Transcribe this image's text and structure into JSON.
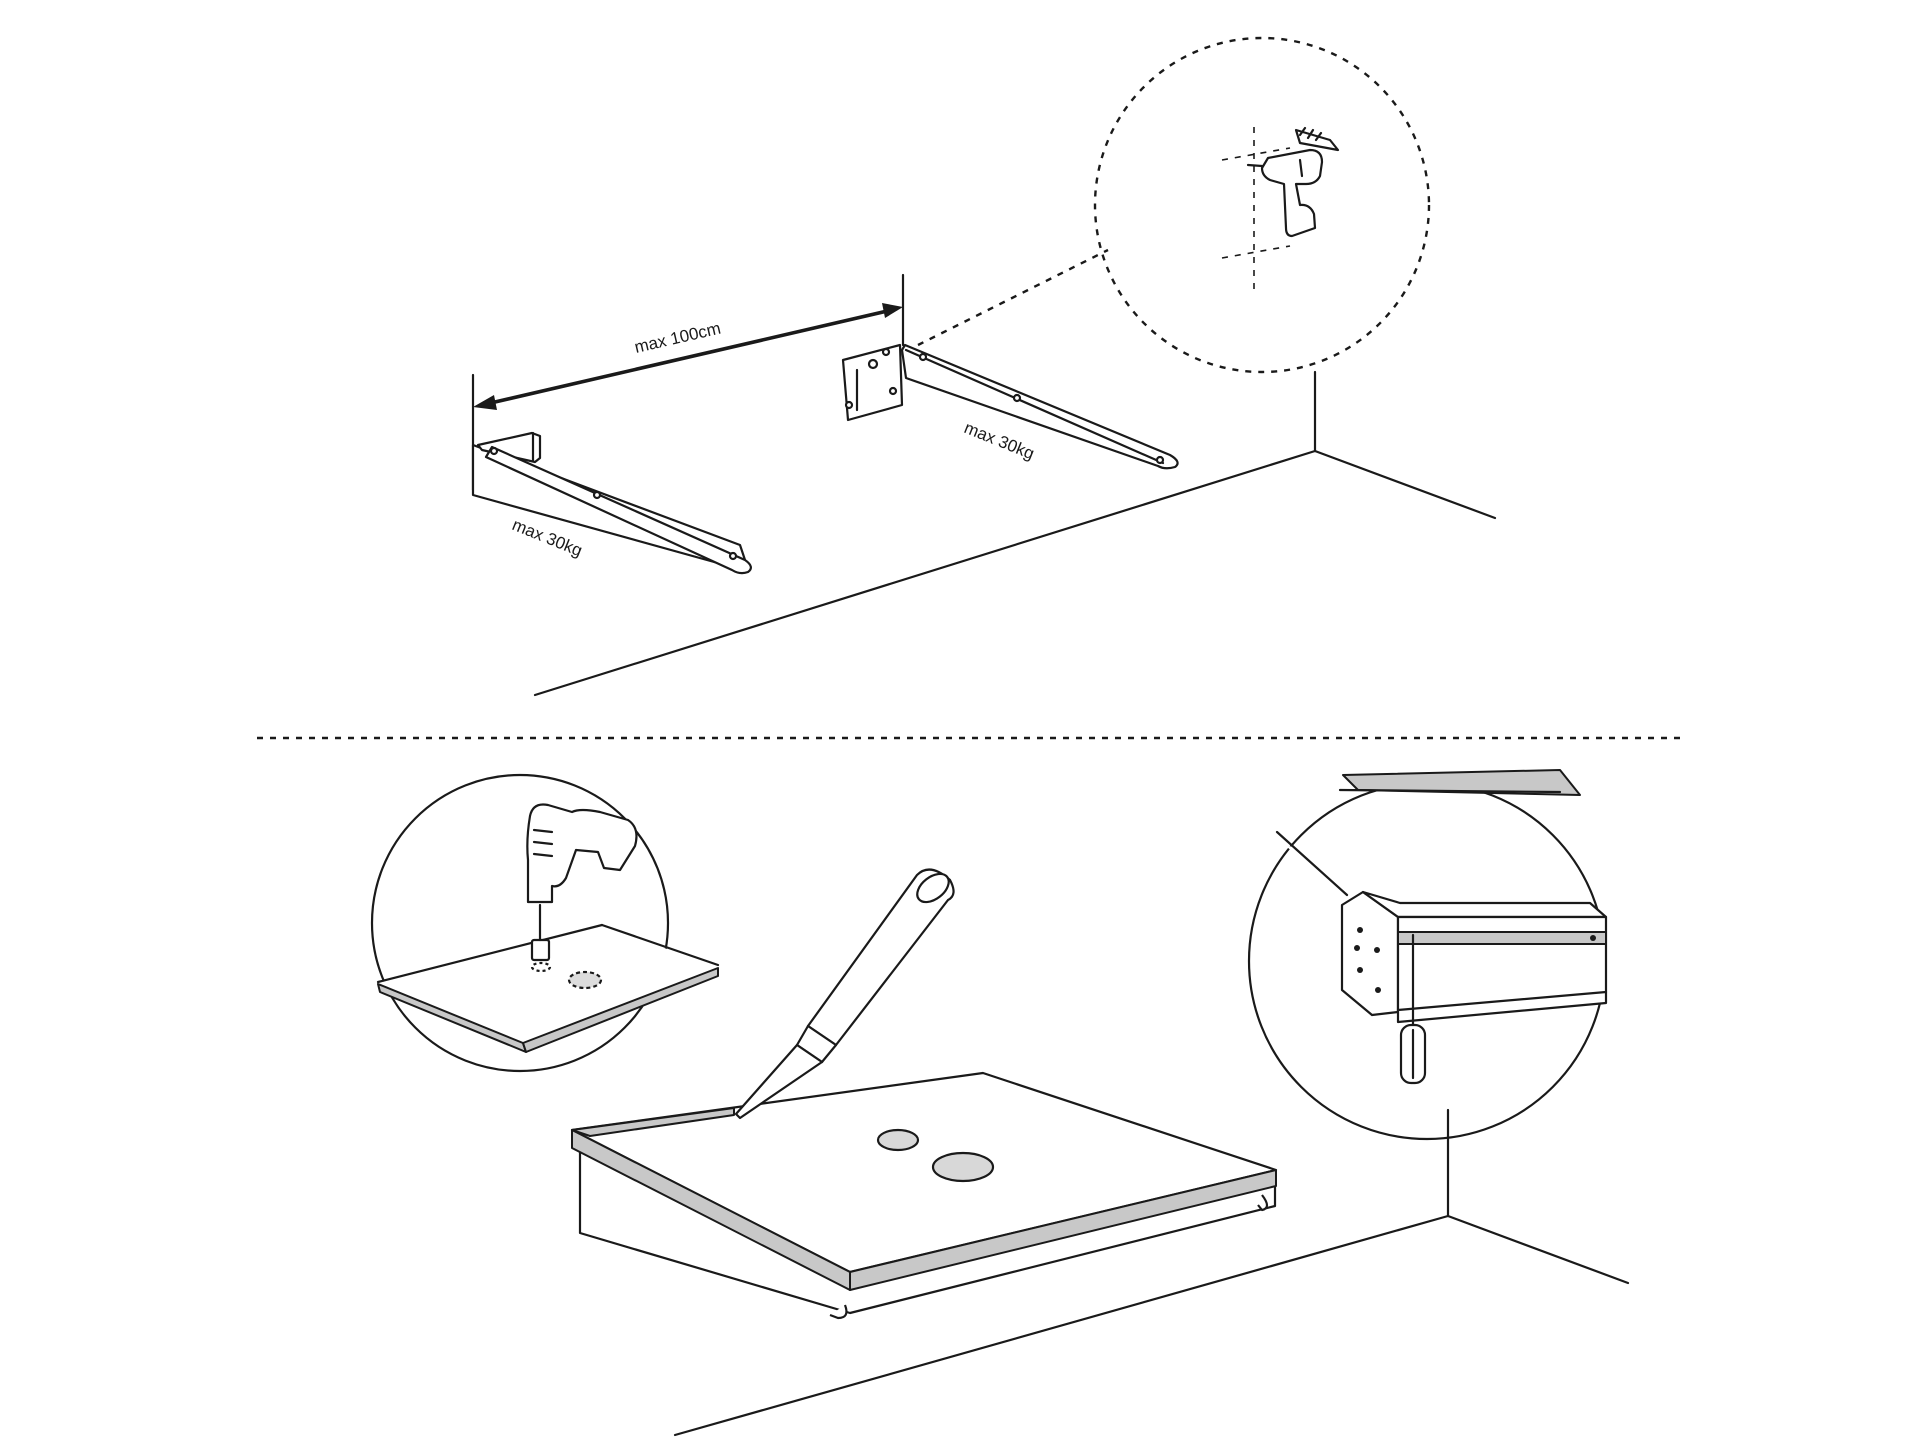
{
  "labels": {
    "distance": "max 100cm",
    "load_left": "max 30kg",
    "load_right": "max 30kg"
  },
  "colors": {
    "line": "#1a1a1a",
    "edge_band": "#c8c8c8",
    "background": "#ffffff"
  },
  "icons": [
    "drill-icon",
    "wall-plug-icon",
    "drill-bit-icon",
    "screwdriver-icon",
    "silicone-cartridge-icon"
  ]
}
